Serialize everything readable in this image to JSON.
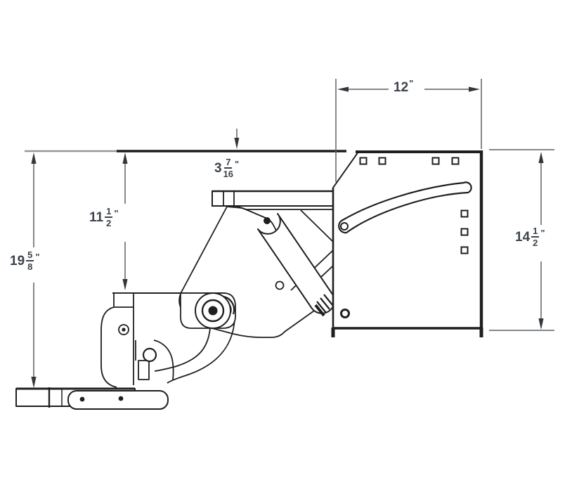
{
  "meta": {
    "background_color": "#ffffff",
    "object_line_color": "#1f1f1f",
    "dimension_line_color": "#5d6065",
    "text_color": "#3d434c"
  },
  "dimensions": {
    "top_width": {
      "whole": "12",
      "unit": "\""
    },
    "flange_offset": {
      "whole": "3",
      "numerator": "7",
      "denominator": "16",
      "unit": "\""
    },
    "mid_height": {
      "whole": "11",
      "numerator": "1",
      "denominator": "2",
      "unit": "\""
    },
    "overall_height": {
      "whole": "19",
      "numerator": "5",
      "denominator": "8",
      "unit": "\""
    },
    "housing_height": {
      "whole": "14",
      "numerator": "1",
      "denominator": "2",
      "unit": "\""
    }
  }
}
